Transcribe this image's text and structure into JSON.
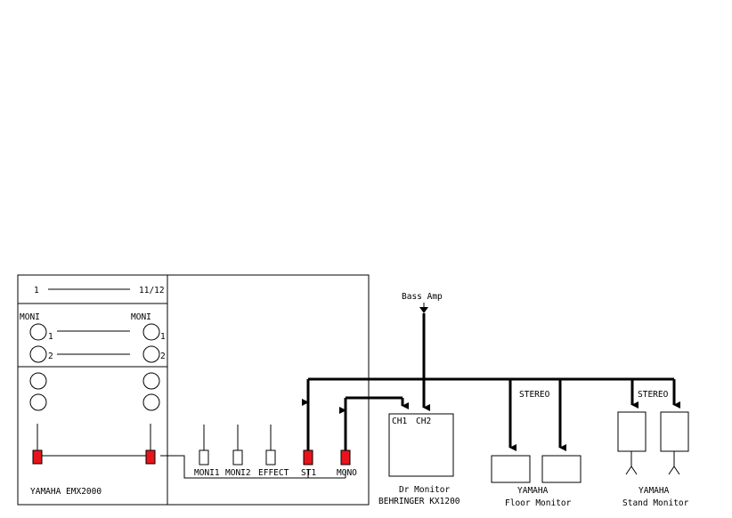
{
  "mixer": {
    "channel_start": "1",
    "channel_end": "11/12",
    "moni_left": "MONI",
    "moni_right": "MONI",
    "num1_left": "1",
    "num2_left": "2",
    "num1_right": "1",
    "num2_right": "2",
    "model": "YAMAHA  EMX2000",
    "outputs": [
      {
        "label": "MONI1",
        "active": false
      },
      {
        "label": "MONI2",
        "active": false
      },
      {
        "label": "EFFECT",
        "active": false
      },
      {
        "label": "ST1",
        "active": true
      },
      {
        "label": "MONO",
        "active": true
      }
    ]
  },
  "bass_amp": "Bass Amp",
  "dr_monitor": {
    "ch1": "CH1",
    "ch2": "CH2",
    "name": "Dr Monitor",
    "model": "BEHRINGER KX1200"
  },
  "floor_monitor": {
    "stereo": "STEREO",
    "brand": "YAMAHA",
    "name": "Floor Monitor"
  },
  "stand_monitor": {
    "stereo": "STEREO",
    "brand": "YAMAHA",
    "name": "Stand Monitor"
  },
  "colors": {
    "active_fader": "#e8141b"
  }
}
